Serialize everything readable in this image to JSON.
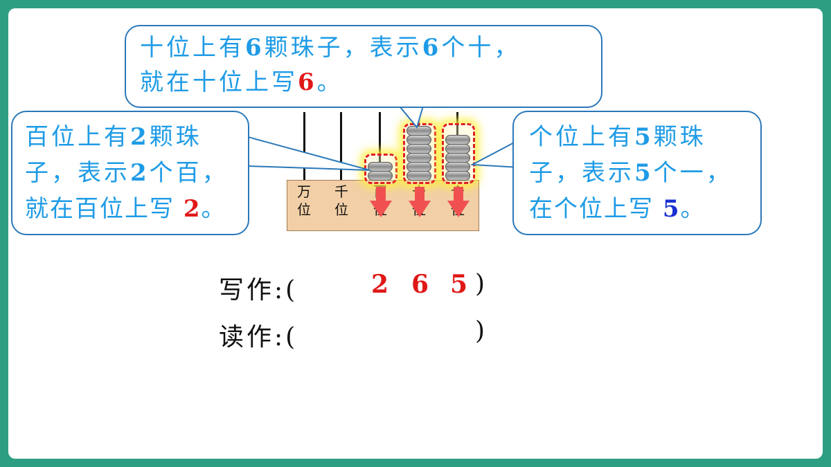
{
  "bubbles": {
    "tens": {
      "line1_a": "十位上有",
      "line1_num": "6",
      "line1_b": "颗珠子，表示",
      "line1_num2": "6",
      "line1_c": "个十，",
      "line2_a": "就在十位上写",
      "line2_num": "6",
      "line2_b": "。"
    },
    "hundreds": {
      "line1_a": "百位上有",
      "line1_num": "2",
      "line1_b": "颗珠",
      "line2_a": "子，表示",
      "line2_num": "2",
      "line2_b": "个百，",
      "line3_a": "就在百位上写 ",
      "line3_num": "2",
      "line3_b": "。"
    },
    "ones": {
      "line1_a": "个位上有",
      "line1_num": "5",
      "line1_b": "颗珠",
      "line2_a": "子，表示",
      "line2_num": "5",
      "line2_b": "个一，",
      "line3_a": "在个位上写 ",
      "line3_num": "5",
      "line3_b": "。"
    }
  },
  "abacus": {
    "places": [
      {
        "top": "万",
        "bottom": "位"
      },
      {
        "top": "千",
        "bottom": "位"
      },
      {
        "top": "百",
        "bottom": "位"
      },
      {
        "top": "十",
        "bottom": "位"
      },
      {
        "top": "个",
        "bottom": "位"
      }
    ],
    "bead_counts": [
      0,
      0,
      2,
      6,
      5
    ]
  },
  "answer": {
    "write_label": "写作:(",
    "write_close": ")",
    "digits": [
      "2",
      "6",
      "5"
    ],
    "read_label": "读作:(",
    "read_close": ")"
  },
  "colors": {
    "background": "#2e9e83",
    "bubble_text": "#1e9be6",
    "highlight_red": "#e01818",
    "highlight_blue": "#1a2fd0"
  }
}
